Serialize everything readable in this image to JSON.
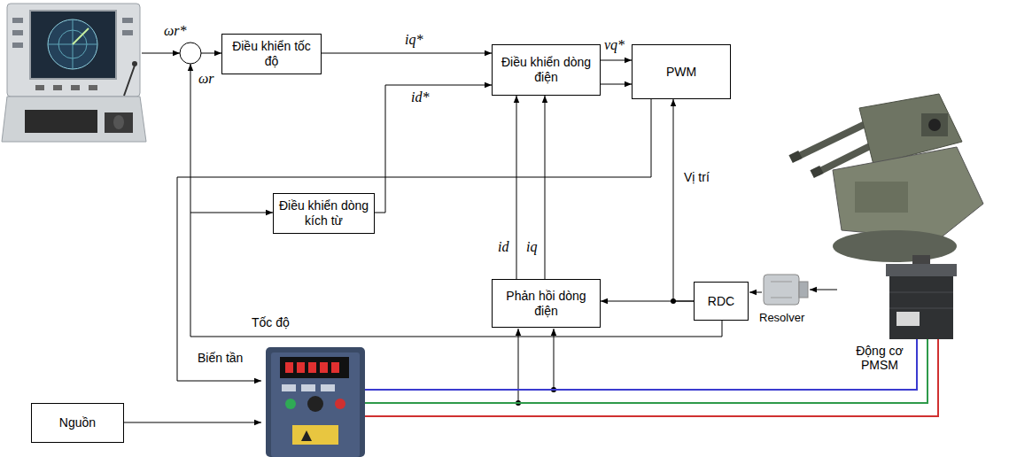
{
  "diagram": {
    "nodes": [
      {
        "text": [
          "Điều khiển tốc độ"
        ]
      },
      {
        "text": [
          "Điều khiển dòng điện"
        ]
      },
      {
        "text": [
          "PWM"
        ]
      },
      {
        "text": [
          "Điều khiển dòng kích từ"
        ]
      },
      {
        "text": [
          "Phản hồi dòng điện"
        ]
      },
      {
        "text": [
          "RDC"
        ]
      },
      {
        "text": [
          "Nguồn"
        ]
      },
      {
        "text": [
          "Biến tần"
        ]
      }
    ],
    "edges": [
      {
        "from": 0,
        "to": 1,
        "arrow": "to",
        "label": "iq*"
      },
      {
        "from": 3,
        "to": 1,
        "arrow": "to",
        "label": "id*"
      },
      {
        "from": 1,
        "to": 2,
        "arrow": "to",
        "label": "vq*"
      },
      {
        "from": 1,
        "to": 2,
        "arrow": "to"
      },
      {
        "from": 4,
        "to": 1,
        "arrow": "to",
        "label": "id"
      },
      {
        "from": 4,
        "to": 1,
        "arrow": "to",
        "label": "iq"
      },
      {
        "from": 5,
        "to": 4,
        "arrow": "to"
      },
      {
        "from": 5,
        "to": 2,
        "arrow": "to",
        "label": "Vị trí"
      },
      {
        "from": 5,
        "to": 3,
        "arrow": "to",
        "label": "Tốc độ"
      },
      {
        "from": 2,
        "to": 7,
        "arrow": "to"
      },
      {
        "from": 6,
        "to": 7,
        "arrow": "to"
      }
    ],
    "labels": [
      "ωr*",
      "ωr",
      "Resolver",
      "Động cơ PMSM"
    ]
  }
}
